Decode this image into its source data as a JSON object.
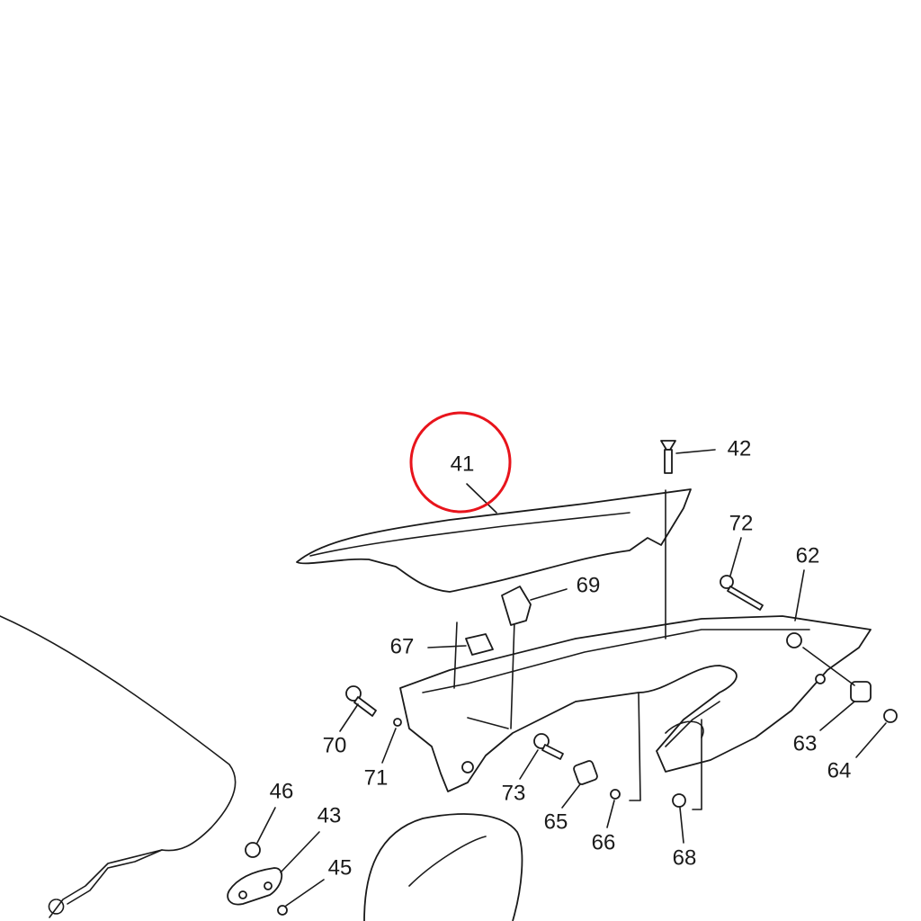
{
  "diagram": {
    "highlight_color": "#e8141c",
    "highlighted_part": "41",
    "parts": {
      "p41": "41",
      "p42": "42",
      "p72": "72",
      "p62": "62",
      "p69": "69",
      "p67": "67",
      "p70": "70",
      "p71": "71",
      "p73": "73",
      "p65": "65",
      "p66": "66",
      "p68": "68",
      "p63": "63",
      "p64": "64",
      "p46": "46",
      "p43": "43",
      "p45": "45"
    }
  }
}
